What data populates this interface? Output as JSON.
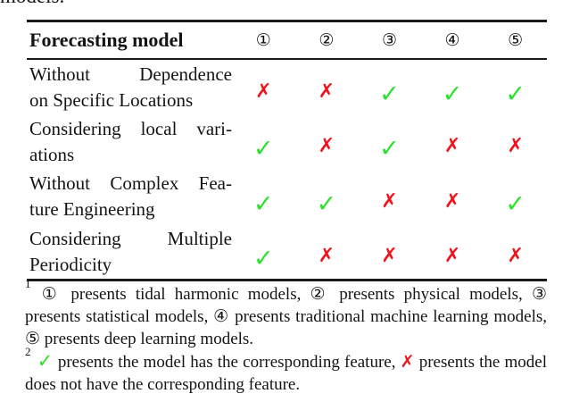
{
  "page": {
    "top_partial_text": "models.",
    "background": "#ffffff",
    "text_color": "#141414",
    "rule_color": "#1a1a1a"
  },
  "table": {
    "header": {
      "label": "Forecasting model",
      "columns": [
        "①",
        "②",
        "③",
        "④",
        "⑤"
      ]
    },
    "rows": [
      {
        "label": "Without Dependence on Specific Locations",
        "lines": [
          "Without Dependence",
          "on Specific Locations"
        ],
        "marks": [
          "cross",
          "cross",
          "check",
          "check",
          "check"
        ]
      },
      {
        "label": "Considering local variations",
        "lines": [
          "Considering local vari-",
          "ations"
        ],
        "marks": [
          "check",
          "cross",
          "check",
          "cross",
          "cross"
        ]
      },
      {
        "label": "Without Complex Feature Engineering",
        "lines": [
          "Without Complex Fea-",
          "ture Engineering"
        ],
        "marks": [
          "check",
          "check",
          "cross",
          "cross",
          "check"
        ]
      },
      {
        "label": "Considering Multiple Periodicity",
        "lines": [
          "Considering Multiple",
          "Periodicity"
        ],
        "marks": [
          "check",
          "cross",
          "cross",
          "cross",
          "cross"
        ]
      }
    ]
  },
  "marks_legend": {
    "check": {
      "glyph": "✓",
      "color": "#2ee02e"
    },
    "cross": {
      "glyph": "✗",
      "color": "#f1121b"
    }
  },
  "footnotes": [
    {
      "marker": "1",
      "segments": [
        {
          "text": "① presents tidal harmonic models, ② presents physical models, ③ presents statistical models, ④ presents traditional machine learning models, ⑤ presents deep learning models."
        }
      ]
    },
    {
      "marker": "2",
      "segments": [
        {
          "text": "✓"
        },
        {
          "text": " presents the model has the corresponding feature, "
        },
        {
          "text": "✗"
        },
        {
          "text": " presents the model does not have the corresponding feature."
        }
      ]
    }
  ]
}
